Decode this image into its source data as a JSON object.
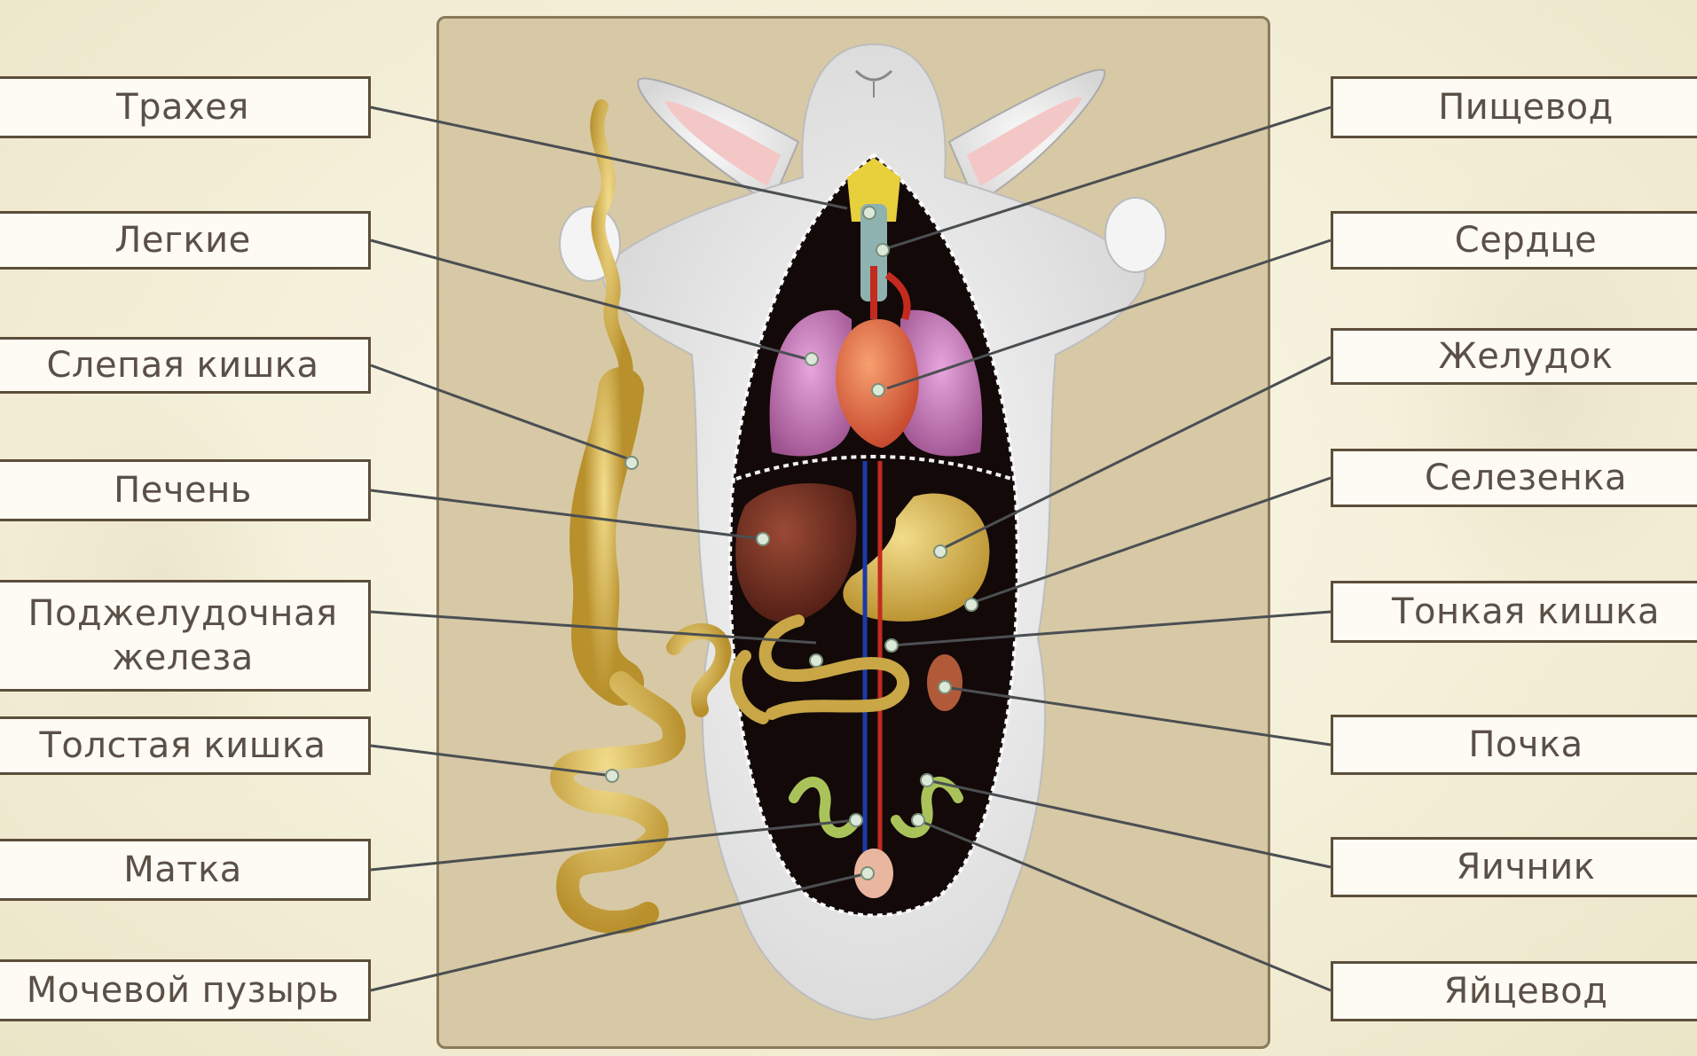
{
  "labels_left": [
    {
      "id": "trachea",
      "text": "Трахея"
    },
    {
      "id": "lungs",
      "text": "Легкие"
    },
    {
      "id": "cecum",
      "text": "Слепая кишка"
    },
    {
      "id": "liver",
      "text": "Печень"
    },
    {
      "id": "pancreas",
      "line1": "Поджелудочная",
      "line2": "железа"
    },
    {
      "id": "large-intestine",
      "text": "Толстая кишка"
    },
    {
      "id": "uterus",
      "text": "Матка"
    },
    {
      "id": "bladder",
      "text": "Мочевой пузырь"
    }
  ],
  "labels_right": [
    {
      "id": "esophagus",
      "text": "Пищевод"
    },
    {
      "id": "heart",
      "text": "Сердце"
    },
    {
      "id": "stomach",
      "text": "Желудок"
    },
    {
      "id": "spleen",
      "text": "Селезенка"
    },
    {
      "id": "small-intestine",
      "text": "Тонкая кишка"
    },
    {
      "id": "kidney",
      "text": "Почка"
    },
    {
      "id": "ovary",
      "text": "Яичник"
    },
    {
      "id": "oviduct",
      "text": "Яйцевод"
    }
  ]
}
